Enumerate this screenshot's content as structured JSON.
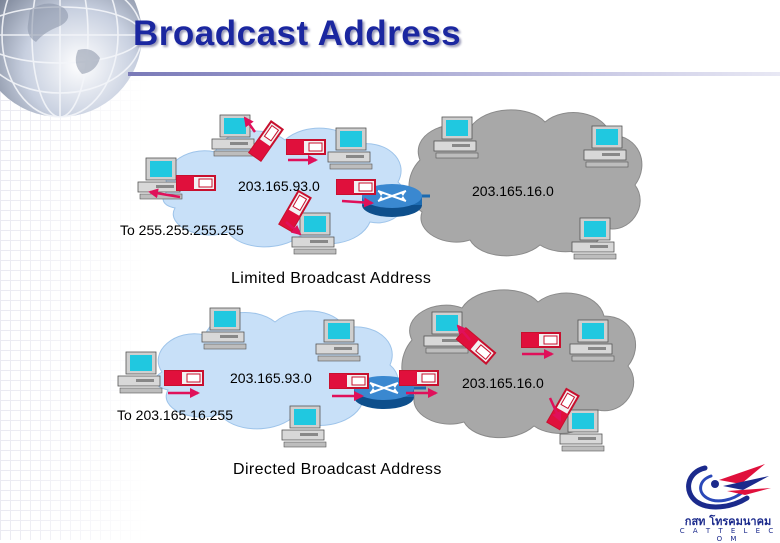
{
  "slide": {
    "title": "Broadcast Address"
  },
  "diagrams": [
    {
      "left_network": "203.165.93.0",
      "right_network": "203.165.16.0",
      "destination": "To 255.255.255.255",
      "caption": "Limited Broadcast Address"
    },
    {
      "left_network": "203.165.93.0",
      "right_network": "203.165.16.0",
      "destination": "To 203.165.16.255",
      "caption": "Directed Broadcast Address"
    }
  ],
  "logo": {
    "name": "กสท โทรคมนาคม",
    "sub": "C A T  T E L E C O M"
  },
  "colors": {
    "title": "#1b27a0",
    "cloud_left": "#c8e0f8",
    "cloud_right": "#a8a8a8",
    "router": "#1c6ab0",
    "packet": "#e0103c",
    "screen": "#20c8e0"
  }
}
